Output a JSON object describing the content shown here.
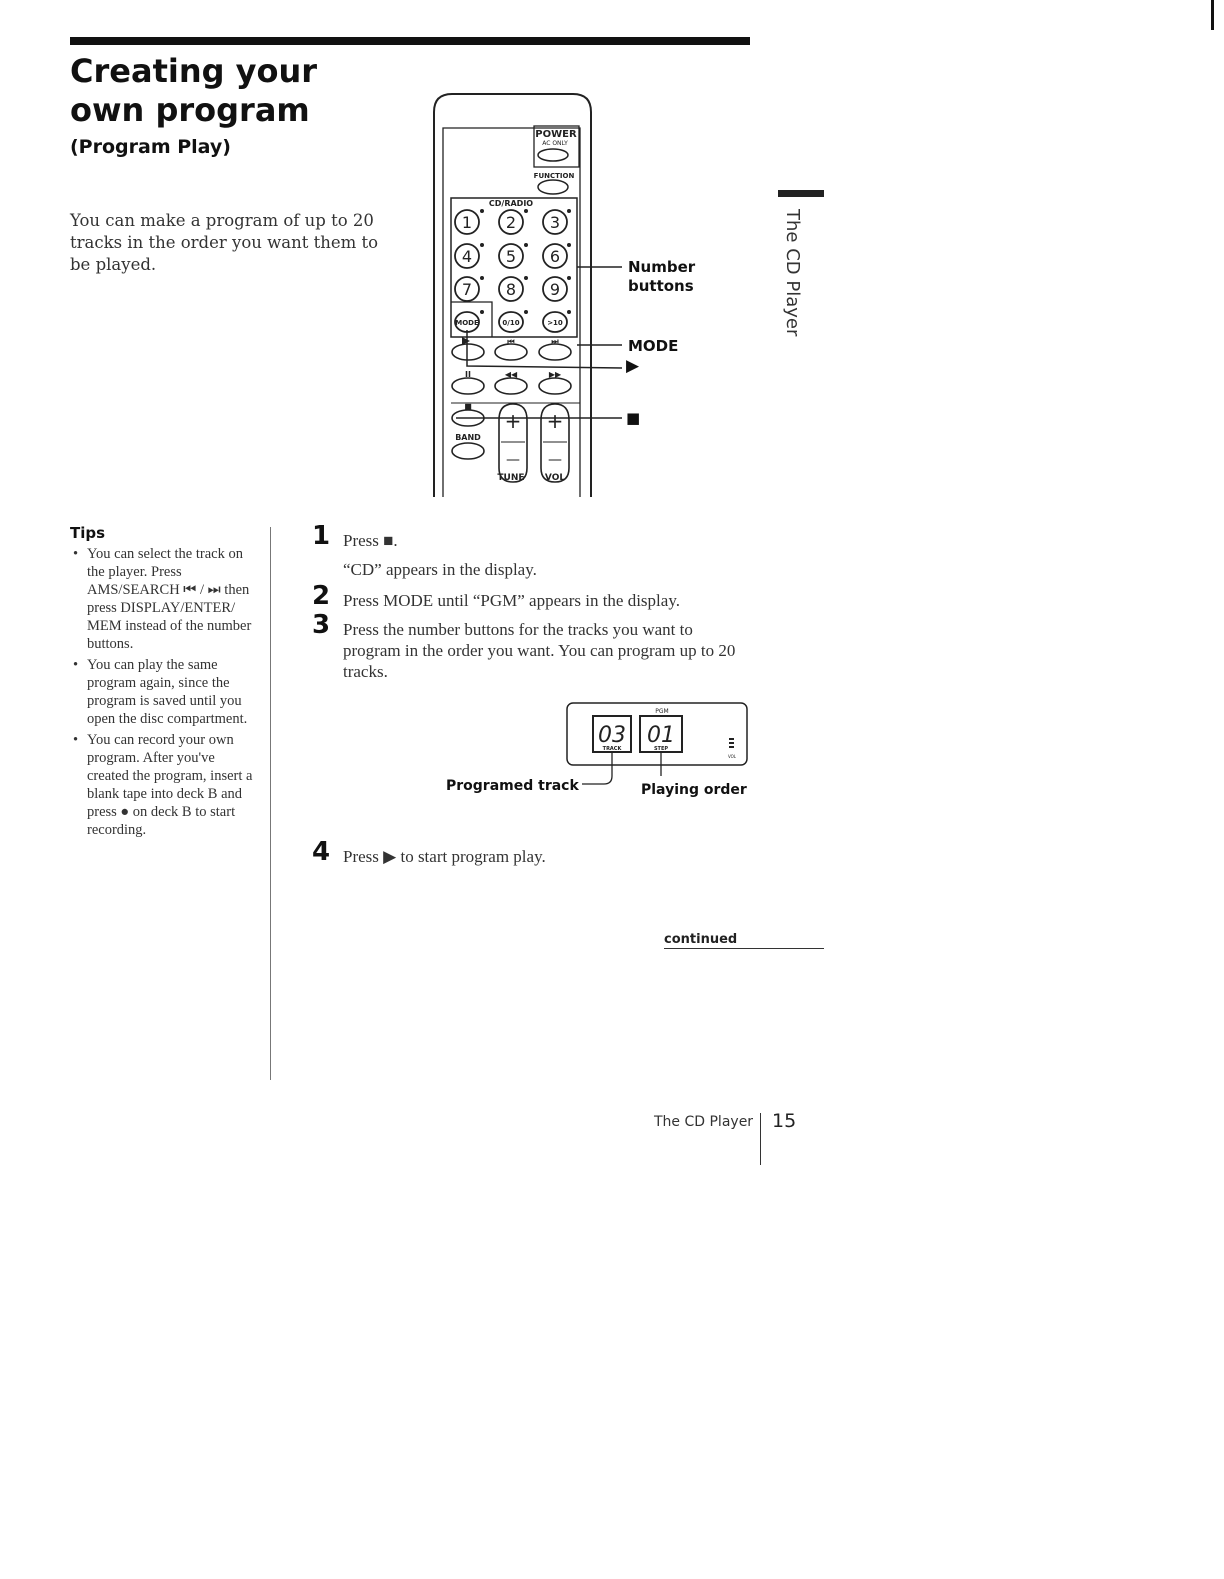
{
  "page": {
    "title_line1": "Creating your",
    "title_line2": "own program",
    "subtitle": "(Program Play)",
    "intro": "You can make a program of up to 20 tracks in the order you want them to be played."
  },
  "remote": {
    "power": "POWER",
    "ac_only": "AC ONLY",
    "function": "FUNCTION",
    "cd_radio": "CD/RADIO",
    "number_keys": [
      "1",
      "2",
      "3",
      "4",
      "5",
      "6",
      "7",
      "8",
      "9"
    ],
    "mode_key": "MODE",
    "zero_ten_key": "0/10",
    "plus_ten_key": ">10",
    "prev_symbol": "⏮",
    "next_symbol": "⏭",
    "pause_symbol": "II",
    "rew_symbol": "◀◀",
    "ff_symbol": "▶▶",
    "stop_symbol": "■",
    "band": "BAND",
    "plus_symbol": "+",
    "minus_symbol": "—",
    "tune": "TUNE",
    "vol": "VOL"
  },
  "callouts": {
    "number_buttons_line1": "Number",
    "number_buttons_line2": "buttons",
    "mode": "MODE",
    "play_symbol": "▶",
    "stop_symbol": "■"
  },
  "tips": {
    "title": "Tips",
    "items": [
      "You can select the track on the player. Press AMS/SEARCH ⏮ / ⏭ then press DISPLAY/ENTER/ MEM instead of the number buttons.",
      "You can play the same program again, since the program is saved until you open the disc compartment.",
      "You can record your own program. After you've created the program, insert a blank tape into deck B and press ● on deck B to start recording."
    ]
  },
  "steps": [
    {
      "num": "1",
      "text": "Press ■.",
      "note": "“CD” appears in the display."
    },
    {
      "num": "2",
      "text": "Press MODE until “PGM” appears in the display."
    },
    {
      "num": "3",
      "text": "Press the number buttons for the tracks you want to program in the order you want. You can program up to 20 tracks."
    },
    {
      "num": "4",
      "text": "Press ▶ to start program play."
    }
  ],
  "display": {
    "track_value": "03",
    "step_value": "01",
    "pgm": "PGM",
    "track_label": "TRACK",
    "step_label": "STEP",
    "vol_label": "VOL",
    "programed_track_label": "Programed track",
    "playing_order_label": "Playing order"
  },
  "continued": "continued",
  "side_tab": "The CD Player",
  "footer": {
    "section": "The CD Player",
    "page_number": "15"
  }
}
